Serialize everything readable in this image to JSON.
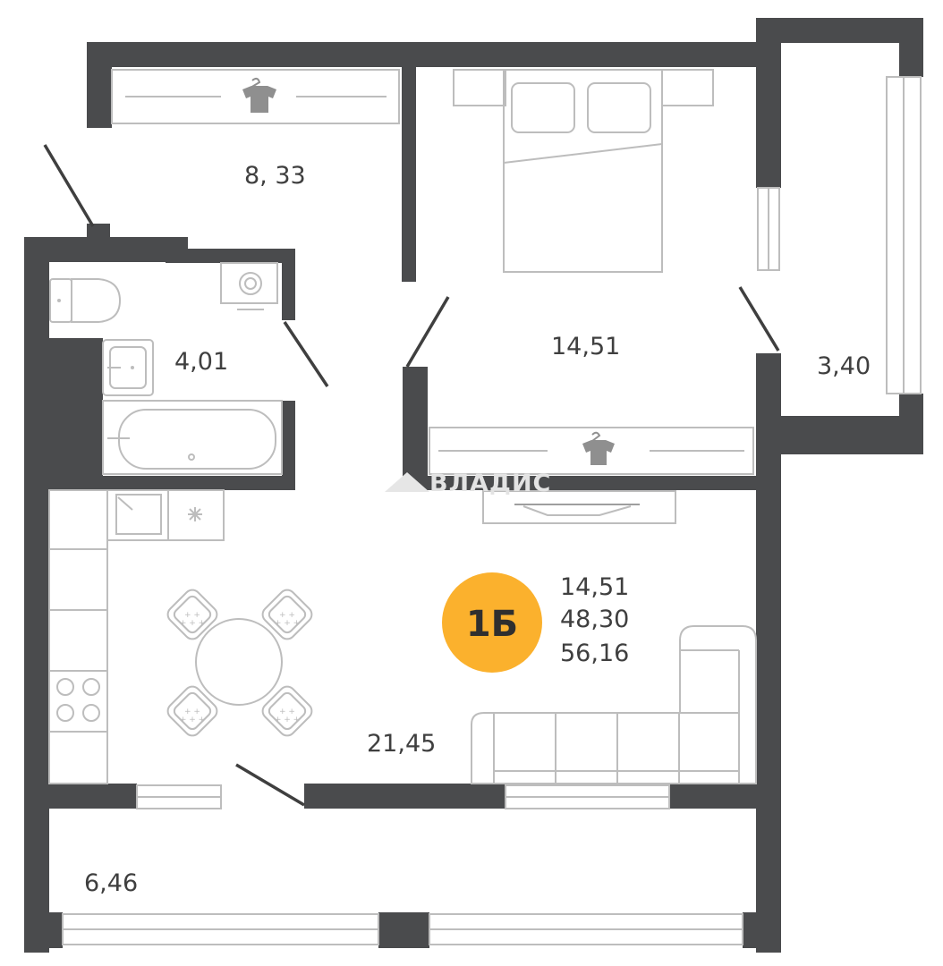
{
  "plan": {
    "watermark": "ВЛАДИС",
    "apartment_type": "1Б",
    "accent_color": "#fbb12d",
    "wall_color": "#4a4b4d",
    "areas": {
      "living": "14,51",
      "total": "48,30",
      "total_with_balcony": "56,16"
    },
    "rooms": {
      "hallway": "8, 33",
      "bathroom": "4,01",
      "bedroom": "14,51",
      "balcony_right": "3,40",
      "kitchen_living": "21,45",
      "balcony_bottom": "6,46"
    },
    "icons": [
      "hanger-icon",
      "toilet-icon",
      "sink-icon",
      "bathtub-icon",
      "washing-machine-icon",
      "bed-icon",
      "stove-icon",
      "tv-icon",
      "sofa-icon",
      "dining-table-icon"
    ]
  }
}
